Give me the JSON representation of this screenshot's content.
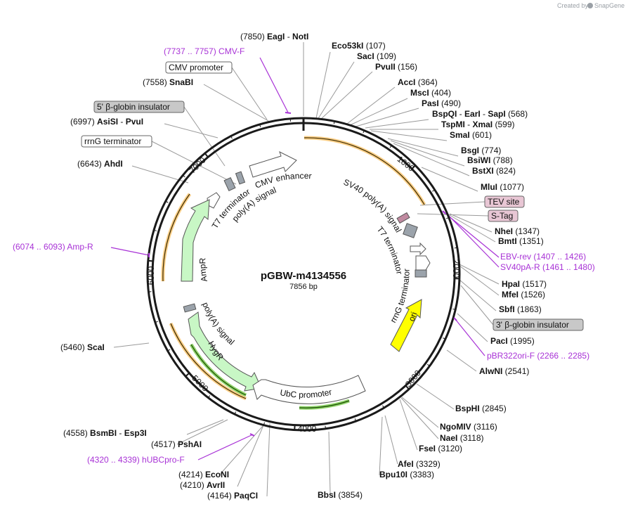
{
  "app": {
    "watermark": "Created by",
    "brand": "SnapGene"
  },
  "plasmid": {
    "name": "pGBW-m4134556",
    "length_label": "7856 bp",
    "length": 7856
  },
  "ticks": [
    "1000",
    "2000",
    "3000",
    "4000",
    "5000",
    "6000",
    "7000"
  ],
  "enzymes": [
    {
      "pos": "(7850)",
      "name": "EagI",
      "sep": "-",
      "name2": "NotI"
    },
    {
      "pos": "(107)",
      "name": "Eco53kI"
    },
    {
      "pos": "(109)",
      "name": "SacI"
    },
    {
      "pos": "(156)",
      "name": "PvuII"
    },
    {
      "pos": "(364)",
      "name": "AccI"
    },
    {
      "pos": "(404)",
      "name": "MscI"
    },
    {
      "pos": "(490)",
      "name": "PasI"
    },
    {
      "pos": "(568)",
      "name": "BspQI",
      "sep": "-",
      "name2": "EarI",
      "sep2": "-",
      "name3": "SapI"
    },
    {
      "pos": "(599)",
      "name": "TspMI",
      "sep": "-",
      "name2": "XmaI"
    },
    {
      "pos": "(601)",
      "name": "SmaI"
    },
    {
      "pos": "(774)",
      "name": "BsgI"
    },
    {
      "pos": "(788)",
      "name": "BsiWI"
    },
    {
      "pos": "(824)",
      "name": "BstXI"
    },
    {
      "pos": "(1077)",
      "name": "MluI"
    },
    {
      "pos": "(1347)",
      "name": "NheI"
    },
    {
      "pos": "(1351)",
      "name": "BmtI"
    },
    {
      "pos": "(1517)",
      "name": "HpaI"
    },
    {
      "pos": "(1526)",
      "name": "MfeI"
    },
    {
      "pos": "(1863)",
      "name": "SbfI"
    },
    {
      "pos": "(1995)",
      "name": "PacI"
    },
    {
      "pos": "(2541)",
      "name": "AlwNI"
    },
    {
      "pos": "(2845)",
      "name": "BspHI"
    },
    {
      "pos": "(3116)",
      "name": "NgoMIV"
    },
    {
      "pos": "(3118)",
      "name": "NaeI"
    },
    {
      "pos": "(3120)",
      "name": "FseI"
    },
    {
      "pos": "(3329)",
      "name": "AfeI"
    },
    {
      "pos": "(3383)",
      "name": "Bpu10I"
    },
    {
      "pos": "(3854)",
      "name": "BbsI"
    },
    {
      "pos": "(4164)",
      "name": "PaqCI"
    },
    {
      "pos": "(4210)",
      "name": "AvrII"
    },
    {
      "pos": "(4214)",
      "name": "EcoNI"
    },
    {
      "pos": "(4517)",
      "name": "PshAI"
    },
    {
      "pos": "(4558)",
      "name": "BsmBI",
      "sep": "-",
      "name2": "Esp3I"
    },
    {
      "pos": "(5460)",
      "name": "ScaI"
    },
    {
      "pos": "(6643)",
      "name": "AhdI"
    },
    {
      "pos": "(6997)",
      "name": "AsiSI",
      "sep": "-",
      "name2": "PvuI"
    },
    {
      "pos": "(7558)",
      "name": "SnaBI"
    }
  ],
  "primers": [
    {
      "range": "(7737 .. 7757)",
      "name": "CMV-F"
    },
    {
      "name": "EBV-rev",
      "range": "(1407 .. 1426)"
    },
    {
      "name": "SV40pA-R",
      "range": "(1461 .. 1480)"
    },
    {
      "name": "pBR322ori-F",
      "range": "(2266 .. 2285)"
    },
    {
      "range": "(6074 .. 6093)",
      "name": "Amp-R"
    },
    {
      "range": "(4320 .. 4339)",
      "name": "hUBCpro-F"
    }
  ],
  "boxed_labels": [
    {
      "text": "CMV promoter",
      "color": "#ffffff"
    },
    {
      "text": "5' β-globin insulator",
      "color": "#c8c8c8"
    },
    {
      "text": "rrnG terminator",
      "color": "#ffffff"
    },
    {
      "text": "TEV site",
      "color": "#e8c6d4"
    },
    {
      "text": "S-Tag",
      "color": "#e8c6d4"
    },
    {
      "text": "3' β-globin insulator",
      "color": "#c8c8c8"
    }
  ],
  "features_on_map": [
    {
      "text": "CMV enhancer"
    },
    {
      "text": "poly(A) signal"
    },
    {
      "text": "T7 terminator"
    },
    {
      "text": "SV40 poly(A) signal"
    },
    {
      "text": "T7 terminator"
    },
    {
      "text": "rrnG terminator"
    },
    {
      "text": "ori"
    },
    {
      "text": "AmpR"
    },
    {
      "text": "poly(A) signal"
    },
    {
      "text": "HygR"
    },
    {
      "text": "UbC promoter"
    }
  ],
  "colors": {
    "backbone": "#1a1a1a",
    "orf_orange": "#f5a623",
    "primer_purple": "#a832d6",
    "ori_yellow": "#ffff00",
    "resistance_green": "#c8f7c5",
    "terminator_gray": "#9ba3ab",
    "tag_pink": "#c08aa0"
  }
}
